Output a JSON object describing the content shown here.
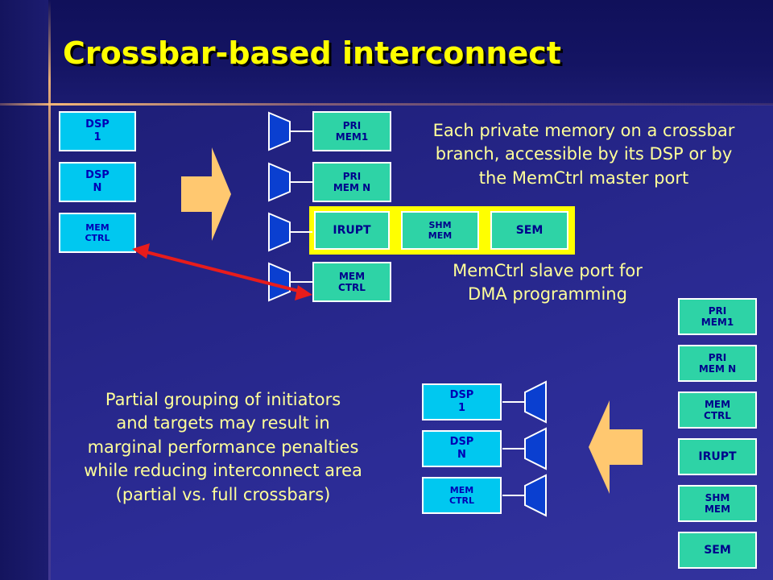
{
  "title": "Crossbar-based interconnect",
  "top_initiators": [
    "DSP\n1",
    "DSP\nN",
    "MEM\nCTRL"
  ],
  "top_targets": [
    "PRI\nMEM1",
    "PRI\nMEM N",
    "MEM\nCTRL"
  ],
  "grouped_targets": [
    "IRUPT",
    "SHM\nMEM",
    "SEM"
  ],
  "note_private_memory": "Each private memory on a crossbar\nbranch, accessible by its DSP or by\nthe MemCtrl master port",
  "note_memctrl_slave": "MemCtrl slave port for\nDMA programming",
  "note_partial_grouping": "Partial grouping of initiators\nand targets may result in\nmarginal performance penalties\nwhile reducing interconnect area\n(partial vs. full crossbars)",
  "bottom_initiators": [
    "DSP\n1",
    "DSP\nN",
    "MEM\nCTRL"
  ],
  "bottom_targets": [
    "PRI\nMEM1",
    "PRI\nMEM N",
    "MEM\nCTRL",
    "IRUPT",
    "SHM\nMEM",
    "SEM"
  ],
  "colors": {
    "background": "#23237f",
    "title": "#ffff00",
    "note_text": "#ffff99",
    "initiator_fill": "#00c8f0",
    "target_fill": "#2ed3a6",
    "box_text": "#00008b",
    "group_bar": "#ffff00",
    "mux_fill": "#0a3fd0",
    "flow_arrow": "#ffc870",
    "link_arrow": "#e81c1c"
  }
}
